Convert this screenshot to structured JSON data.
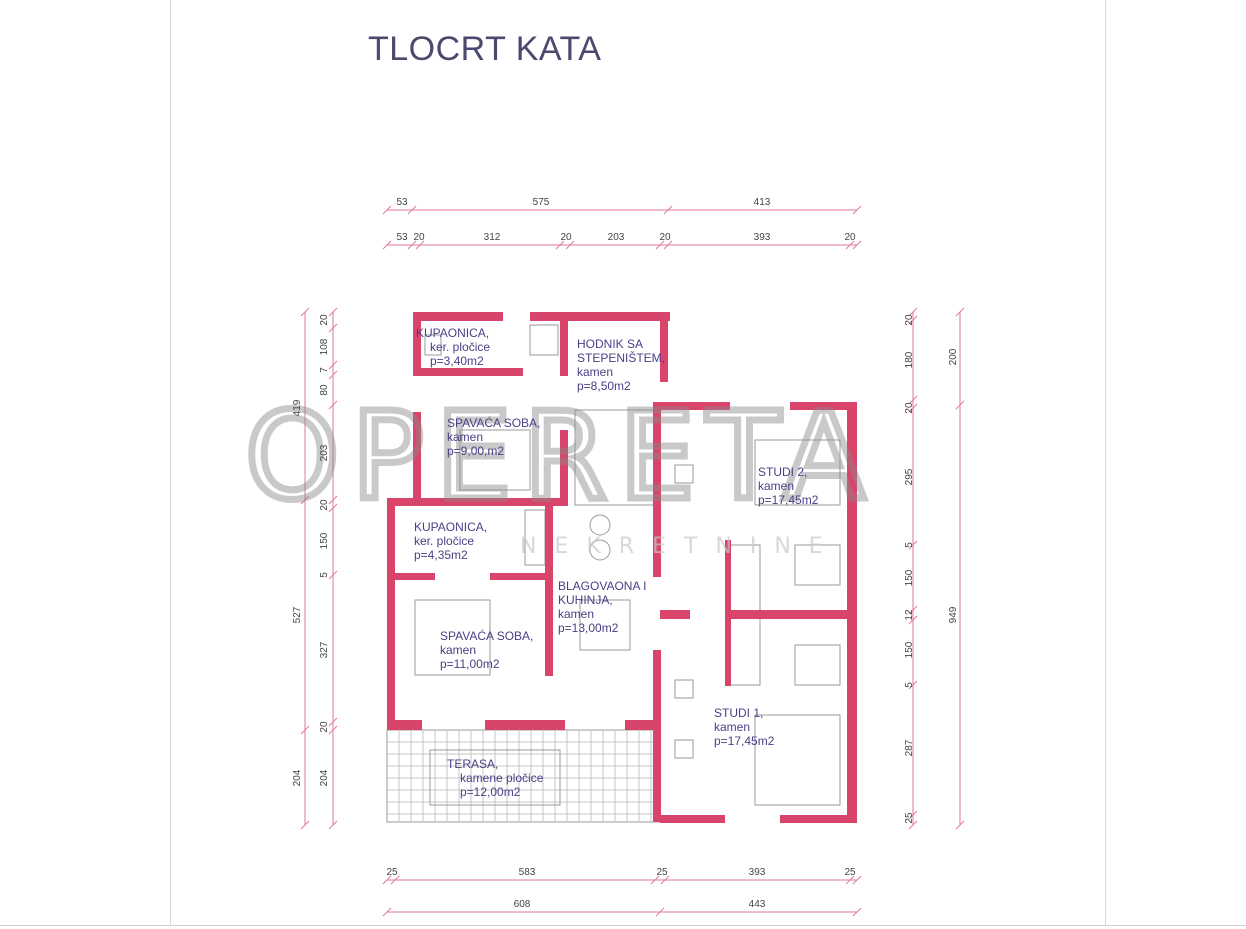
{
  "title": "TLOCRT KATA",
  "watermark": {
    "brand": "OPERETA",
    "sub": "NEKRETNINE"
  },
  "rooms": [
    {
      "name": "KUPAONICA,",
      "floor": "ker. pločice",
      "area": "p=3,40m2"
    },
    {
      "name1": "HODNIK SA",
      "name2": "STEPENIŠTEM,",
      "floor": "kamen",
      "area": "p=8,50m2"
    },
    {
      "name": "SPAVAĆA SOBA,",
      "floor": "kamen",
      "area": "p=9,00,m2"
    },
    {
      "name": "KUPAONICA,",
      "floor": "ker. pločice",
      "area": "p=4,35m2"
    },
    {
      "name1": "BLAGOVAONA I",
      "name2": "KUHINJA,",
      "floor": "kamen",
      "area": "p=13,00m2"
    },
    {
      "name": "SPAVAĆA SOBA,",
      "floor": "kamen",
      "area": "p=11,00m2"
    },
    {
      "name": "STUDI 2,",
      "floor": "kamen",
      "area": "p=17,45m2"
    },
    {
      "name": "STUDI 1,",
      "floor": "kamen",
      "area": "p=17,45m2"
    },
    {
      "name": "TERASA,",
      "floor": "kamene pločice",
      "area": "p=12,00m2"
    }
  ],
  "dims": {
    "top1": [
      "53",
      "575",
      "413"
    ],
    "top2": [
      "53",
      "20",
      "312",
      "20",
      "203",
      "20",
      "393",
      "20"
    ],
    "left_outer": [
      "419",
      "527",
      "204"
    ],
    "left_inner": [
      "20",
      "108",
      "7",
      "80",
      "203",
      "20",
      "150",
      "5",
      "327",
      "20",
      "204"
    ],
    "right_inner": [
      "20",
      "180",
      "20",
      "295",
      "5",
      "150",
      "12",
      "150",
      "5",
      "287",
      "25"
    ],
    "right_outer": [
      "200",
      "949"
    ],
    "bottom1": [
      "25",
      "583",
      "25",
      "393",
      "25"
    ],
    "bottom2": [
      "608",
      "443"
    ]
  }
}
